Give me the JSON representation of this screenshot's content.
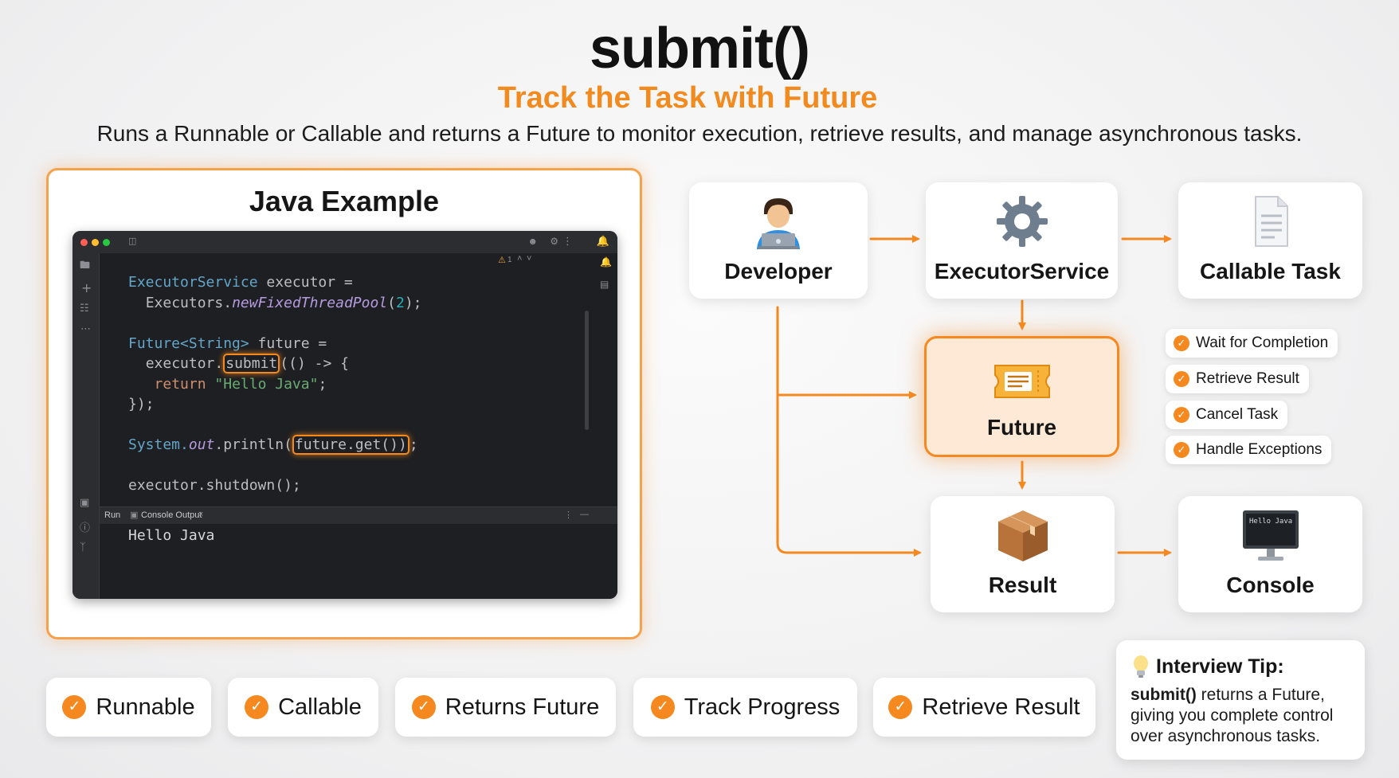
{
  "header": {
    "title": "submit()",
    "subtitle": "Track the Task with Future",
    "description": "Runs a Runnable or Callable and returns a Future to monitor execution, retrieve results, and manage asynchronous tasks."
  },
  "example": {
    "title": "Java Example",
    "ide": {
      "code_lines": [
        "ExecutorService executor =",
        "  Executors.newFixedThreadPool(2);",
        "",
        "Future<String> future =",
        "  executor.submit(() -> {",
        "   return \"Hello Java\";",
        "});",
        "",
        "System.out.println(future.get());",
        "",
        "executor.shutdown();"
      ],
      "tokens": {
        "executor_service": "ExecutorService",
        "executor_eq": " executor =",
        "executors": "Executors.",
        "new_pool": "newFixedThreadPool",
        "pool_open": "(",
        "pool_num": "2",
        "pool_close": ");",
        "future_type": "Future<String>",
        "future_eq": " future =",
        "executor_dot": "executor.",
        "submit": "submit",
        "lambda": "(() -> {",
        "return_kw": "return",
        "hello_str": "\"Hello Java\"",
        "semicolon": ";",
        "close_block": "});",
        "system": "System.",
        "out": "out",
        "println": ".println(",
        "future_get": "future.get())",
        "end_semicolon": ";",
        "shutdown": "executor.shutdown();"
      },
      "run_tab": "Run",
      "console_tab": "Console Output",
      "warning_count": "1",
      "console_output": "Hello Java"
    }
  },
  "flow": {
    "developer": {
      "label": "Developer",
      "icon": "developer-icon"
    },
    "executor_service": {
      "label": "ExecutorService",
      "icon": "gear-icon"
    },
    "callable_task": {
      "label": "Callable Task",
      "icon": "document-icon"
    },
    "future": {
      "label": "Future",
      "icon": "ticket-icon"
    },
    "result": {
      "label": "Result",
      "icon": "package-icon"
    },
    "console": {
      "label": "Console",
      "icon": "monitor-icon",
      "screen_text": "Hello Java"
    }
  },
  "future_capabilities": [
    "Wait for Completion",
    "Retrieve Result",
    "Cancel Task",
    "Handle Exceptions"
  ],
  "features": [
    "Runnable",
    "Callable",
    "Returns Future",
    "Track Progress",
    "Retrieve Result"
  ],
  "tip": {
    "title": "Interview Tip:",
    "bold": "submit()",
    "text": " returns a Future, giving you complete control over asynchronous tasks."
  },
  "colors": {
    "accent": "#f5891f",
    "future_fill": "#fde9d6",
    "ide_background": "#1e1f22"
  }
}
